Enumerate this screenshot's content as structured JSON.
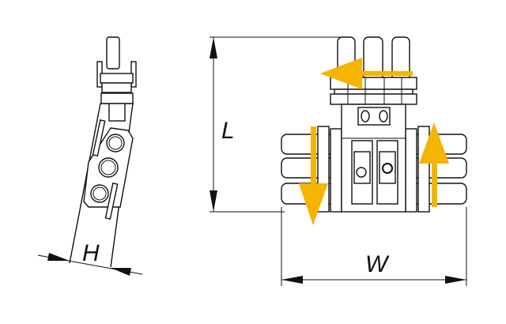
{
  "dimensions": {
    "height_label": "L",
    "thickness_label": "H",
    "width_label": "W"
  },
  "colors": {
    "arrow": "#f5b400",
    "line": "#111111"
  }
}
